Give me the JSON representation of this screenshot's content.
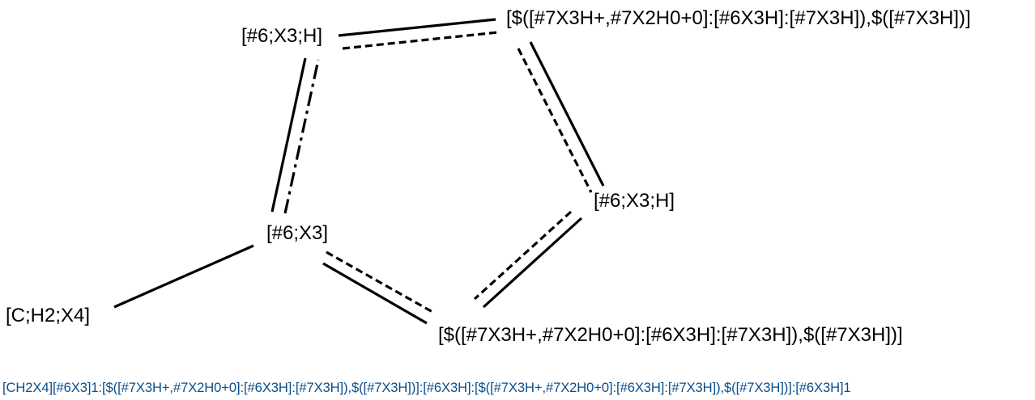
{
  "atoms": {
    "a1": "[#6;X3;H]",
    "a2": "[$([#7X3H+,#7X2H0+0]:[#6X3H]:[#7X3H]),$([#7X3H])]",
    "a3": "[#6;X3;H]",
    "a4": "[$([#7X3H+,#7X2H0+0]:[#6X3H]:[#7X3H]),$([#7X3H])]",
    "a5": "[#6;X3]",
    "a6": "[C;H2;X4]"
  },
  "bonds": [
    {
      "from": "a1",
      "to": "a2",
      "order": "aromatic"
    },
    {
      "from": "a2",
      "to": "a3",
      "order": "aromatic"
    },
    {
      "from": "a3",
      "to": "a4",
      "order": "aromatic"
    },
    {
      "from": "a4",
      "to": "a5",
      "order": "aromatic"
    },
    {
      "from": "a5",
      "to": "a1",
      "order": "aromatic-query"
    },
    {
      "from": "a5",
      "to": "a6",
      "order": "single"
    }
  ],
  "smiles": "[CH2X4][#6X3]1:[$([#7X3H+,#7X2H0+0]:[#6X3H]:[#7X3H]),$([#7X3H])]:[#6X3H]:[$([#7X3H+,#7X2H0+0]:[#6X3H]:[#7X3H]),$([#7X3H])]:[#6X3H]1",
  "colors": {
    "bond": "#000000",
    "label": "#000000",
    "caption": "#0b4f8a"
  }
}
